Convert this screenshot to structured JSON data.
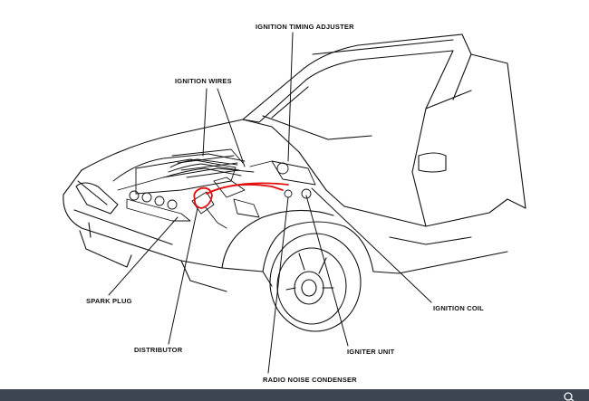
{
  "labels": {
    "ignition_timing_adjuster": "IGNITION TIMING ADJUSTER",
    "ignition_wires": "IGNITION WIRES",
    "spark_plug": "SPARK PLUG",
    "distributor": "DISTRIBUTOR",
    "radio_noise_condenser": "RADIO NOISE CONDENSER",
    "igniter_unit": "IGNITER UNIT",
    "ignition_coil": "IGNITION COIL"
  },
  "colors": {
    "highlight": "#e01010",
    "line": "#111111",
    "bar": "#3b4652"
  },
  "icons": {
    "bar_icon": "search-icon"
  }
}
